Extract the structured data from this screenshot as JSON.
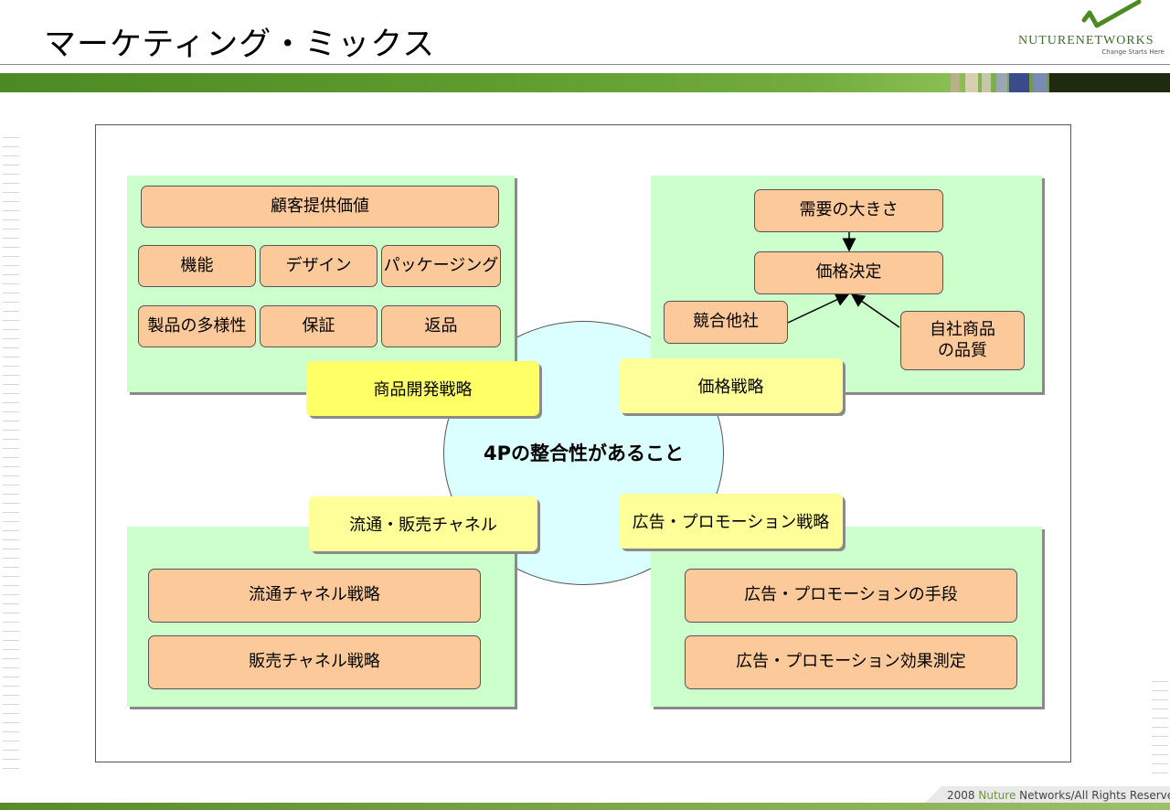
{
  "slide": {
    "title": "マーケティング・ミックス",
    "footer_year": "2008",
    "footer_brand": "Nuture",
    "footer_rest": "Networks/All Rights Reserved"
  },
  "logo": {
    "wordmark_a": "NUTURE",
    "wordmark_b": "NETWORKS",
    "tagline": "Change Starts Here"
  },
  "diagram": {
    "center": "4Pの整合性があること",
    "product": {
      "label": "商品開発戦略",
      "top_item": "顧客提供価値",
      "row1": [
        "機能",
        "デザイン",
        "パッケージング"
      ],
      "row2": [
        "製品の多様性",
        "保証",
        "返品"
      ]
    },
    "price": {
      "label": "価格戦略",
      "demand": "需要の大きさ",
      "decision": "価格決定",
      "competitors": "競合他社",
      "quality_line1": "自社商品",
      "quality_line2": "の品質"
    },
    "place": {
      "label": "流通・販売チャネル",
      "items": [
        "流通チャネル戦略",
        "販売チャネル戦略"
      ]
    },
    "promotion": {
      "label": "広告・プロモーション戦略",
      "items": [
        "広告・プロモーションの手段",
        "広告・プロモーション効果測定"
      ]
    }
  },
  "colors": {
    "panel": "#ccffcc",
    "box": "#fcc99b",
    "label": "#ffff99",
    "label_highlight": "#ffff66",
    "circle": "#dbffff",
    "brand_green": "#4e8a24"
  }
}
